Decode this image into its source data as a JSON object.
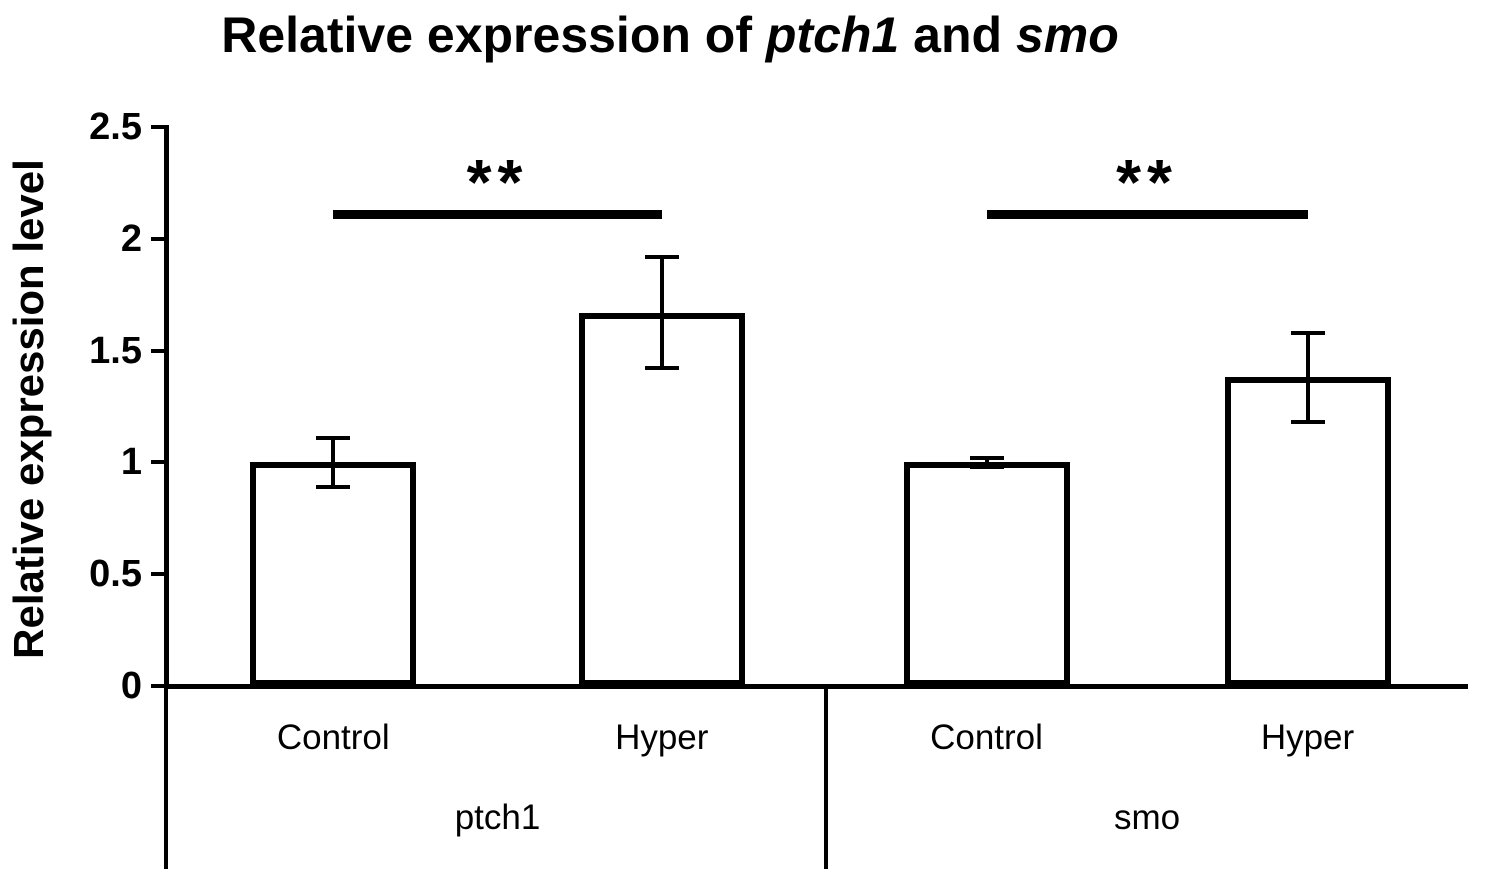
{
  "title": {
    "parts": [
      {
        "text": "Relative expression of ",
        "italic": false
      },
      {
        "text": "ptch1",
        "italic": true
      },
      {
        "text": " and ",
        "italic": false
      },
      {
        "text": "smo",
        "italic": true
      }
    ]
  },
  "chart_data": {
    "type": "bar",
    "title": "Relative expression of ptch1 and smo",
    "ylabel": "Relative expression level",
    "ylim": [
      0,
      2.5
    ],
    "yticks": [
      0,
      0.5,
      1,
      1.5,
      2,
      2.5
    ],
    "grid": false,
    "legend": false,
    "bar_fill": "#ffffff",
    "bar_border": "#000000",
    "groups": [
      {
        "name": "ptch1",
        "bars": [
          {
            "label": "Control",
            "value": 1.0,
            "error": 0.11
          },
          {
            "label": "Hyper",
            "value": 1.67,
            "error": 0.25
          }
        ],
        "significance": "**"
      },
      {
        "name": "smo",
        "bars": [
          {
            "label": "Control",
            "value": 1.0,
            "error": 0.02
          },
          {
            "label": "Hyper",
            "value": 1.38,
            "error": 0.2
          }
        ],
        "significance": "**"
      }
    ]
  }
}
